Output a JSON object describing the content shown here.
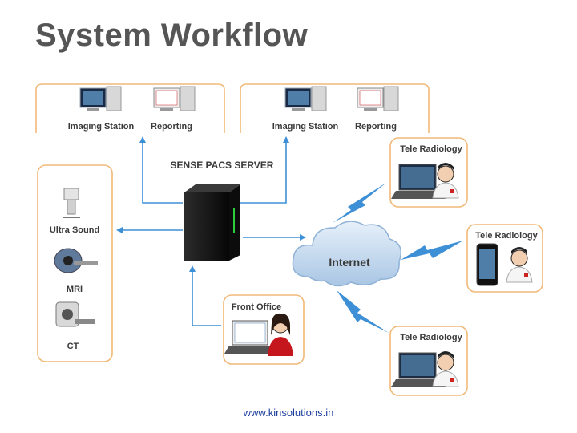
{
  "title": "System Workflow",
  "labels": {
    "imaging_station": "Imaging Station",
    "reporting": "Reporting",
    "server": "SENSE PACS SERVER",
    "ultrasound": "Ultra Sound",
    "mri": "MRI",
    "ct": "CT",
    "front_office": "Front Office",
    "internet": "Internet",
    "tele_radiology": "Tele Radiology"
  },
  "footer": "www.kinsolutions.in",
  "colors": {
    "box_border": "#f1b978",
    "arrow": "#3d8fd6",
    "cloud": "#c7dcef",
    "server": "#151515"
  }
}
